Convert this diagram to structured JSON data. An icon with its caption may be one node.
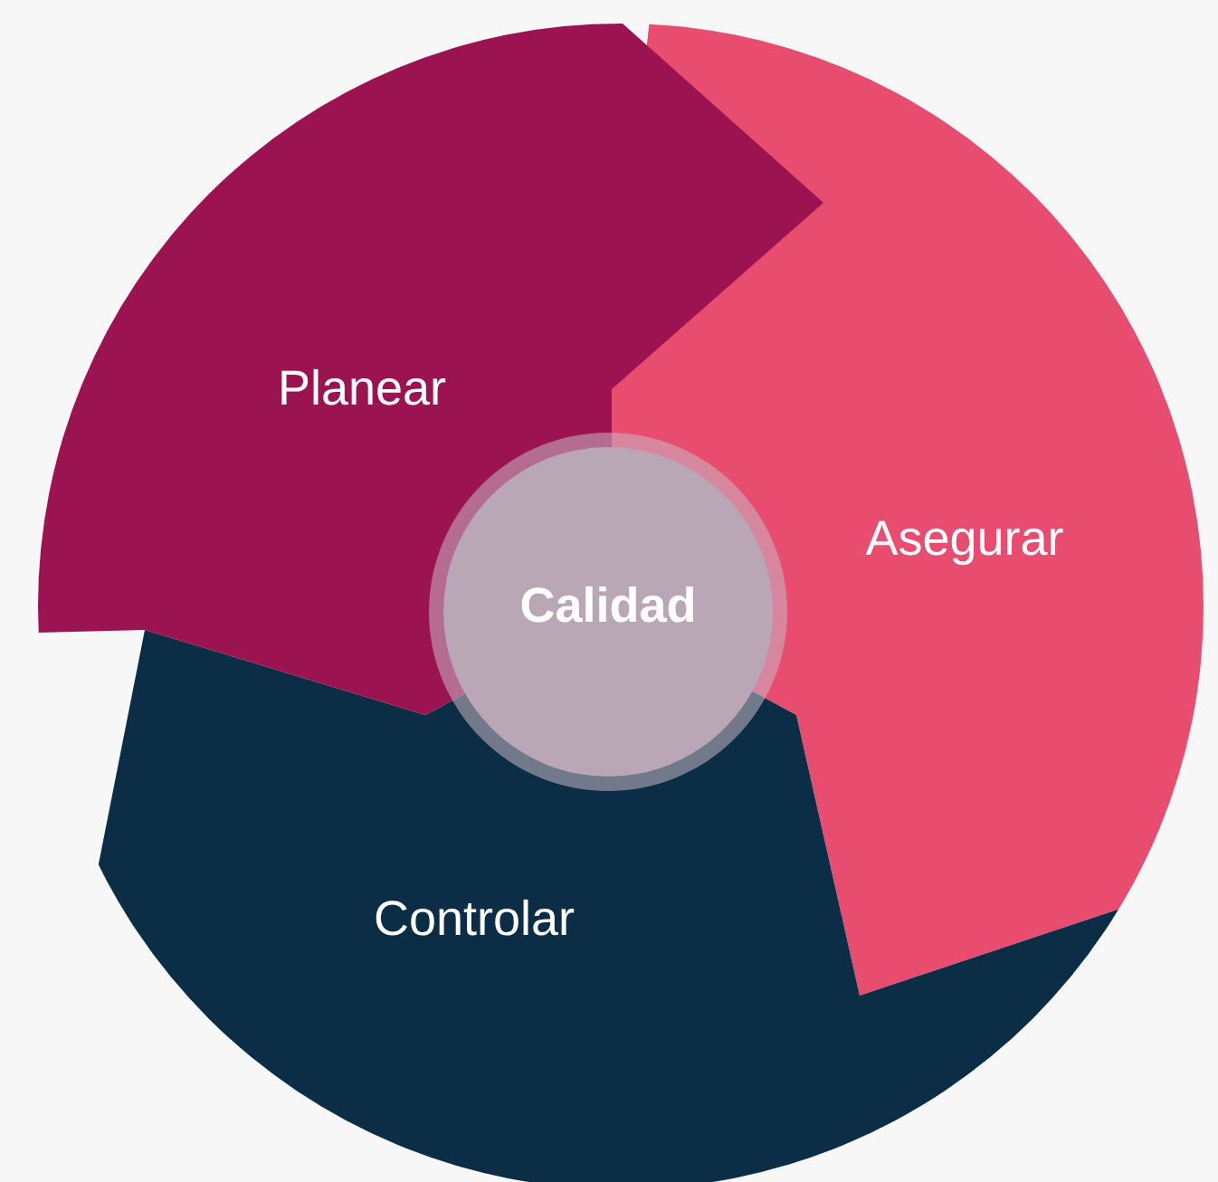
{
  "diagram": {
    "nodes": [
      {
        "text": [
          "Planear"
        ]
      },
      {
        "text": [
          "Asegurar"
        ]
      },
      {
        "text": [
          "Controlar"
        ]
      },
      {
        "text": [
          "Calidad"
        ]
      }
    ],
    "edges": []
  }
}
